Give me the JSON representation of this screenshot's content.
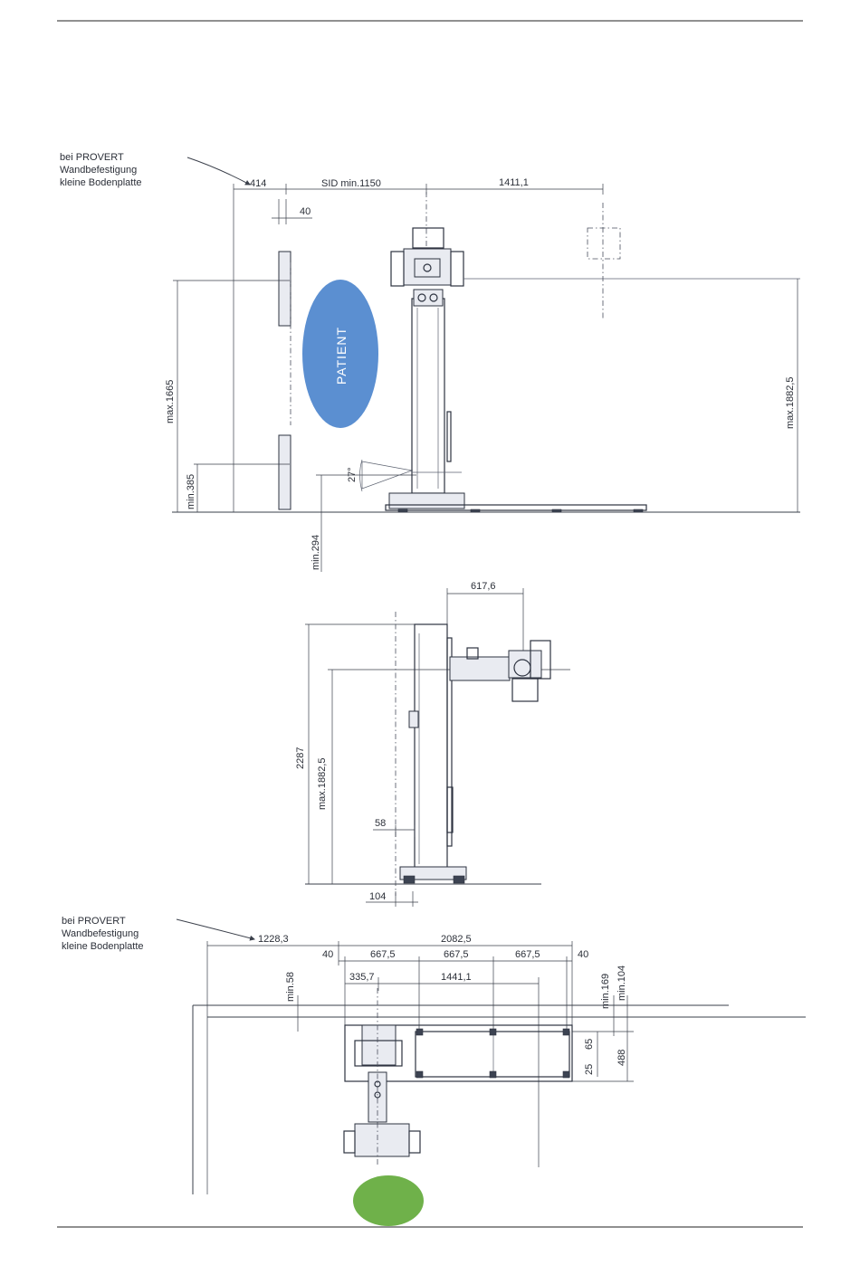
{
  "notes": {
    "top": [
      "bei PROVERT",
      "Wandbefestigung",
      "kleine Bodenplatte"
    ],
    "bottom": [
      "bei PROVERT",
      "Wandbefestigung",
      "kleine Bodenplatte"
    ]
  },
  "patient_label": "PATIENT",
  "colors": {
    "patient": "#5b8fd1",
    "marker": "#6fb14a"
  },
  "front_view": {
    "d414": "414",
    "sid": "SID min.1150",
    "d1411": "1411,1",
    "d40": "40",
    "max1665": "max.1665",
    "min385": "min.385",
    "min294": "min.294",
    "angle": "27°",
    "max1882": "max.1882,5"
  },
  "side_view": {
    "d617": "617,6",
    "d2287": "2287",
    "max1882": "max.1882,5",
    "d58": "58",
    "d104": "104"
  },
  "top_view": {
    "d1228": "1228,3",
    "d2082": "2082,5",
    "d40a": "40",
    "d667a": "667,5",
    "d667b": "667,5",
    "d667c": "667,5",
    "d40b": "40",
    "d335": "335,7",
    "d1441": "1441,1",
    "min58": "min.58",
    "min169": "min.169",
    "min104": "min.104",
    "d65": "65",
    "d25": "25",
    "d488": "488"
  }
}
